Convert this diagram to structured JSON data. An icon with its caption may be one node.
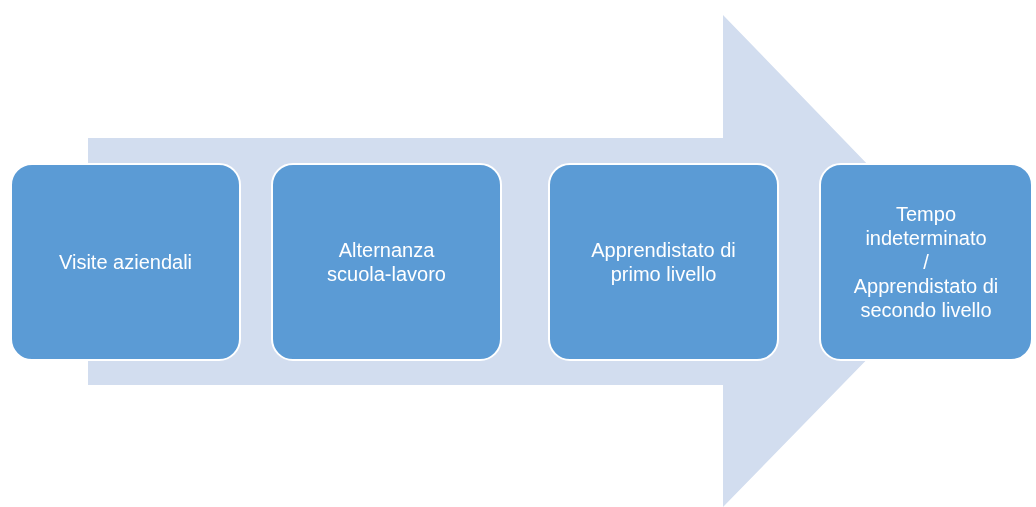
{
  "diagram": {
    "nodes": [
      {
        "text": [
          "Visite aziendali"
        ]
      },
      {
        "text": [
          "Alternanza scuola-lavoro"
        ]
      },
      {
        "text": [
          "Apprendistato di primo livello"
        ]
      },
      {
        "text": [
          "Tempo indeterminato",
          "/",
          "Apprendistato di secondo livello"
        ]
      }
    ],
    "edges": [
      {
        "from": 0,
        "to": 3,
        "arrow": "to"
      }
    ]
  }
}
